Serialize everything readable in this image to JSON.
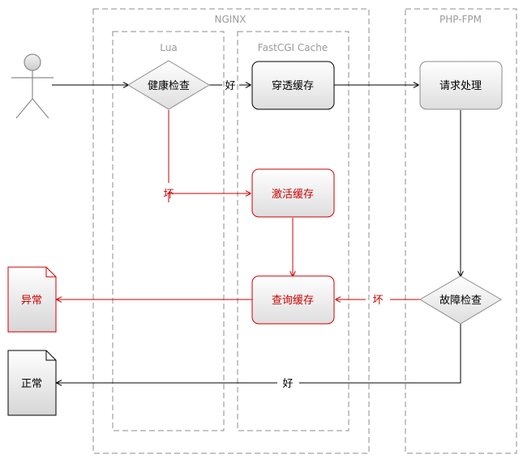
{
  "containers": {
    "nginx": "NGINX",
    "phpfpm": "PHP-FPM",
    "lua": "Lua",
    "fastcgi_cache": "FastCGI Cache"
  },
  "nodes": {
    "health_check": "健康检查",
    "bypass_cache": "穿透缓存",
    "request_handling": "请求处理",
    "activate_cache": "激活缓存",
    "query_cache": "查询缓存",
    "fault_check": "故障检查",
    "abnormal": "异常",
    "normal": "正常"
  },
  "edge_labels": {
    "health_good": "好",
    "health_bad": "坏",
    "fault_bad": "坏",
    "fault_good": "好"
  },
  "colors": {
    "black": "#000000",
    "red": "#cc0000",
    "dashed_border": "#8c8c8c"
  }
}
